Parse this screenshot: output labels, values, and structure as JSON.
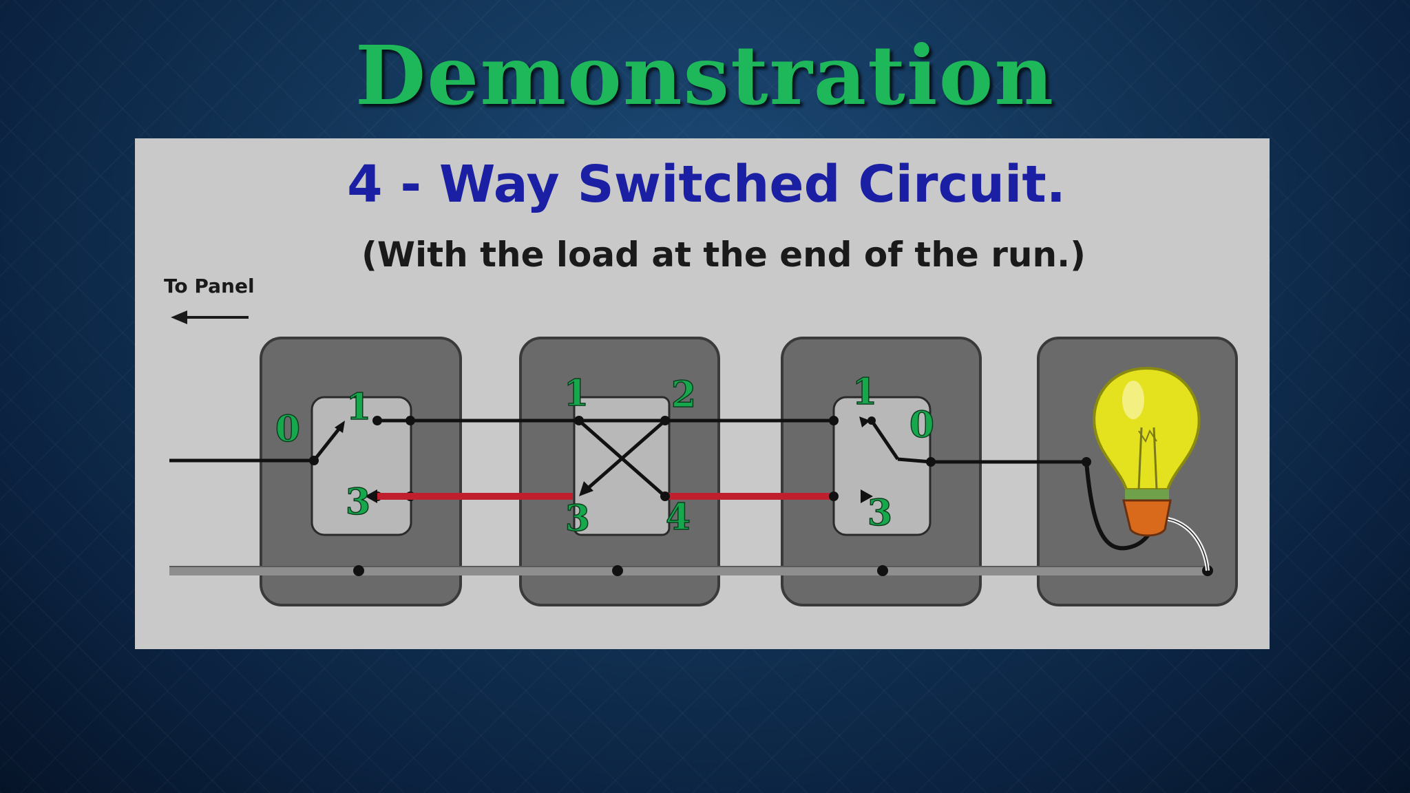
{
  "slide": {
    "title": "Demonstration"
  },
  "diagram": {
    "title": "4 - Way Switched Circuit.",
    "subtitle": "(With the load at the end of the run.)",
    "to_panel_label": "To Panel",
    "switch1": {
      "label_0": "0",
      "label_1": "1",
      "label_3": "3"
    },
    "switch_4way": {
      "label_1": "1",
      "label_2": "2",
      "label_3": "3",
      "label_4": "4"
    },
    "switch2": {
      "label_1": "1",
      "label_0": "0",
      "label_3": "3"
    },
    "colors": {
      "title_green": "#1eb85a",
      "diagram_title_blue": "#1b1fa3",
      "terminal_label_green": "#17a84e",
      "traveler_red": "#c0202e",
      "wire_black": "#111111",
      "bulb_yellow": "#e4e21e",
      "bulb_base_orange": "#d96a1b"
    }
  }
}
